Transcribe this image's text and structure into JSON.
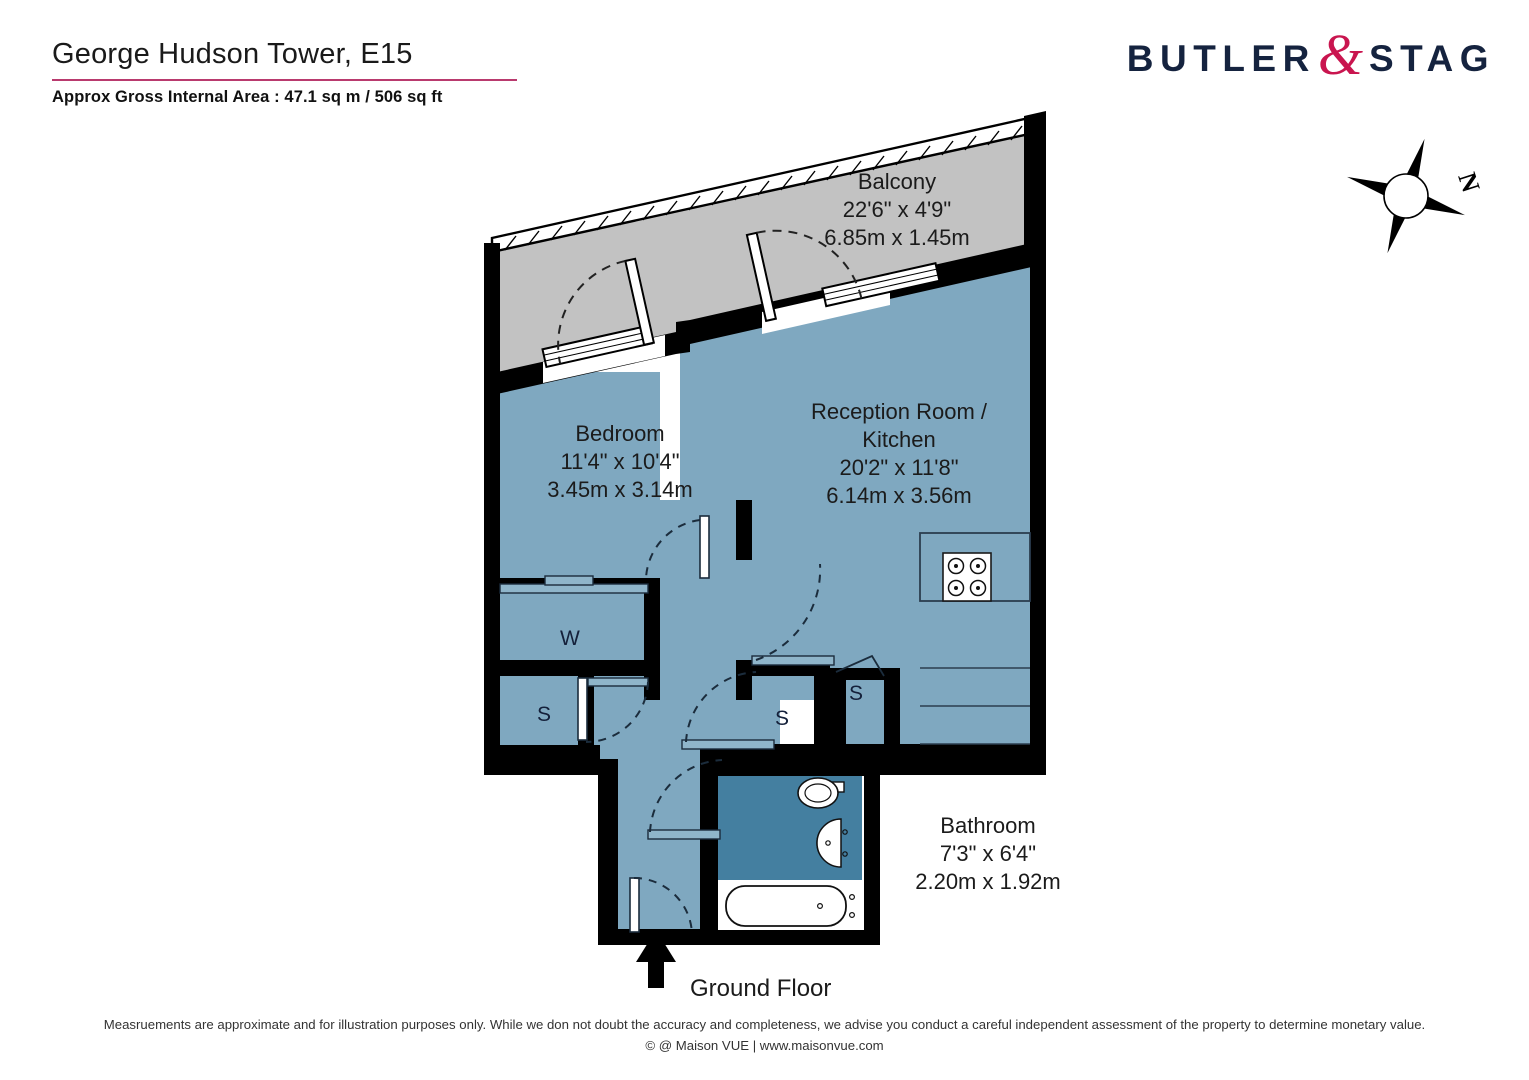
{
  "header": {
    "title": "George Hudson Tower, E15",
    "subtitle": "Approx Gross Internal Area : 47.1 sq m / 506 sq ft",
    "accent_color": "#b93a6e"
  },
  "logo": {
    "word1": "BUTLER",
    "ampersand": "&",
    "word2": "STAG",
    "text_color": "#15233f",
    "amp_color": "#c9154f"
  },
  "compass": {
    "north_label": "N"
  },
  "floor": {
    "label": "Ground Floor",
    "colors": {
      "room_fill": "#7fa8c0",
      "bathroom_fill": "#447fa0",
      "balcony_fill": "#c2c2c2",
      "wall": "#000000"
    }
  },
  "rooms": [
    {
      "name": "Balcony",
      "dimensions_imperial": "22'6\" x 4'9\"",
      "dimensions_metric": "6.85m x 1.45m"
    },
    {
      "name": "Bedroom",
      "dimensions_imperial": "11'4\" x 10'4\"",
      "dimensions_metric": "3.45m x 3.14m"
    },
    {
      "name": "Reception Room /\nKitchen",
      "name_line1": "Reception Room /",
      "name_line2": "Kitchen",
      "dimensions_imperial": "20'2\" x 11'8\"",
      "dimensions_metric": "6.14m x 3.56m"
    },
    {
      "name": "Bathroom",
      "dimensions_imperial": "7'3\" x 6'4\"",
      "dimensions_metric": "2.20m x 1.92m"
    }
  ],
  "closets": [
    {
      "label": "W"
    },
    {
      "label": "S"
    },
    {
      "label": "S"
    },
    {
      "label": "S"
    }
  ],
  "footer": {
    "disclaimer": "Measruements are approximate and for illustration purposes only. While we don not doubt the accuracy and completeness, we advise you conduct a careful independent assessment of the property to determine monetary value.",
    "copyright": "© @ Maison VUE | www.maisonvue.com"
  }
}
